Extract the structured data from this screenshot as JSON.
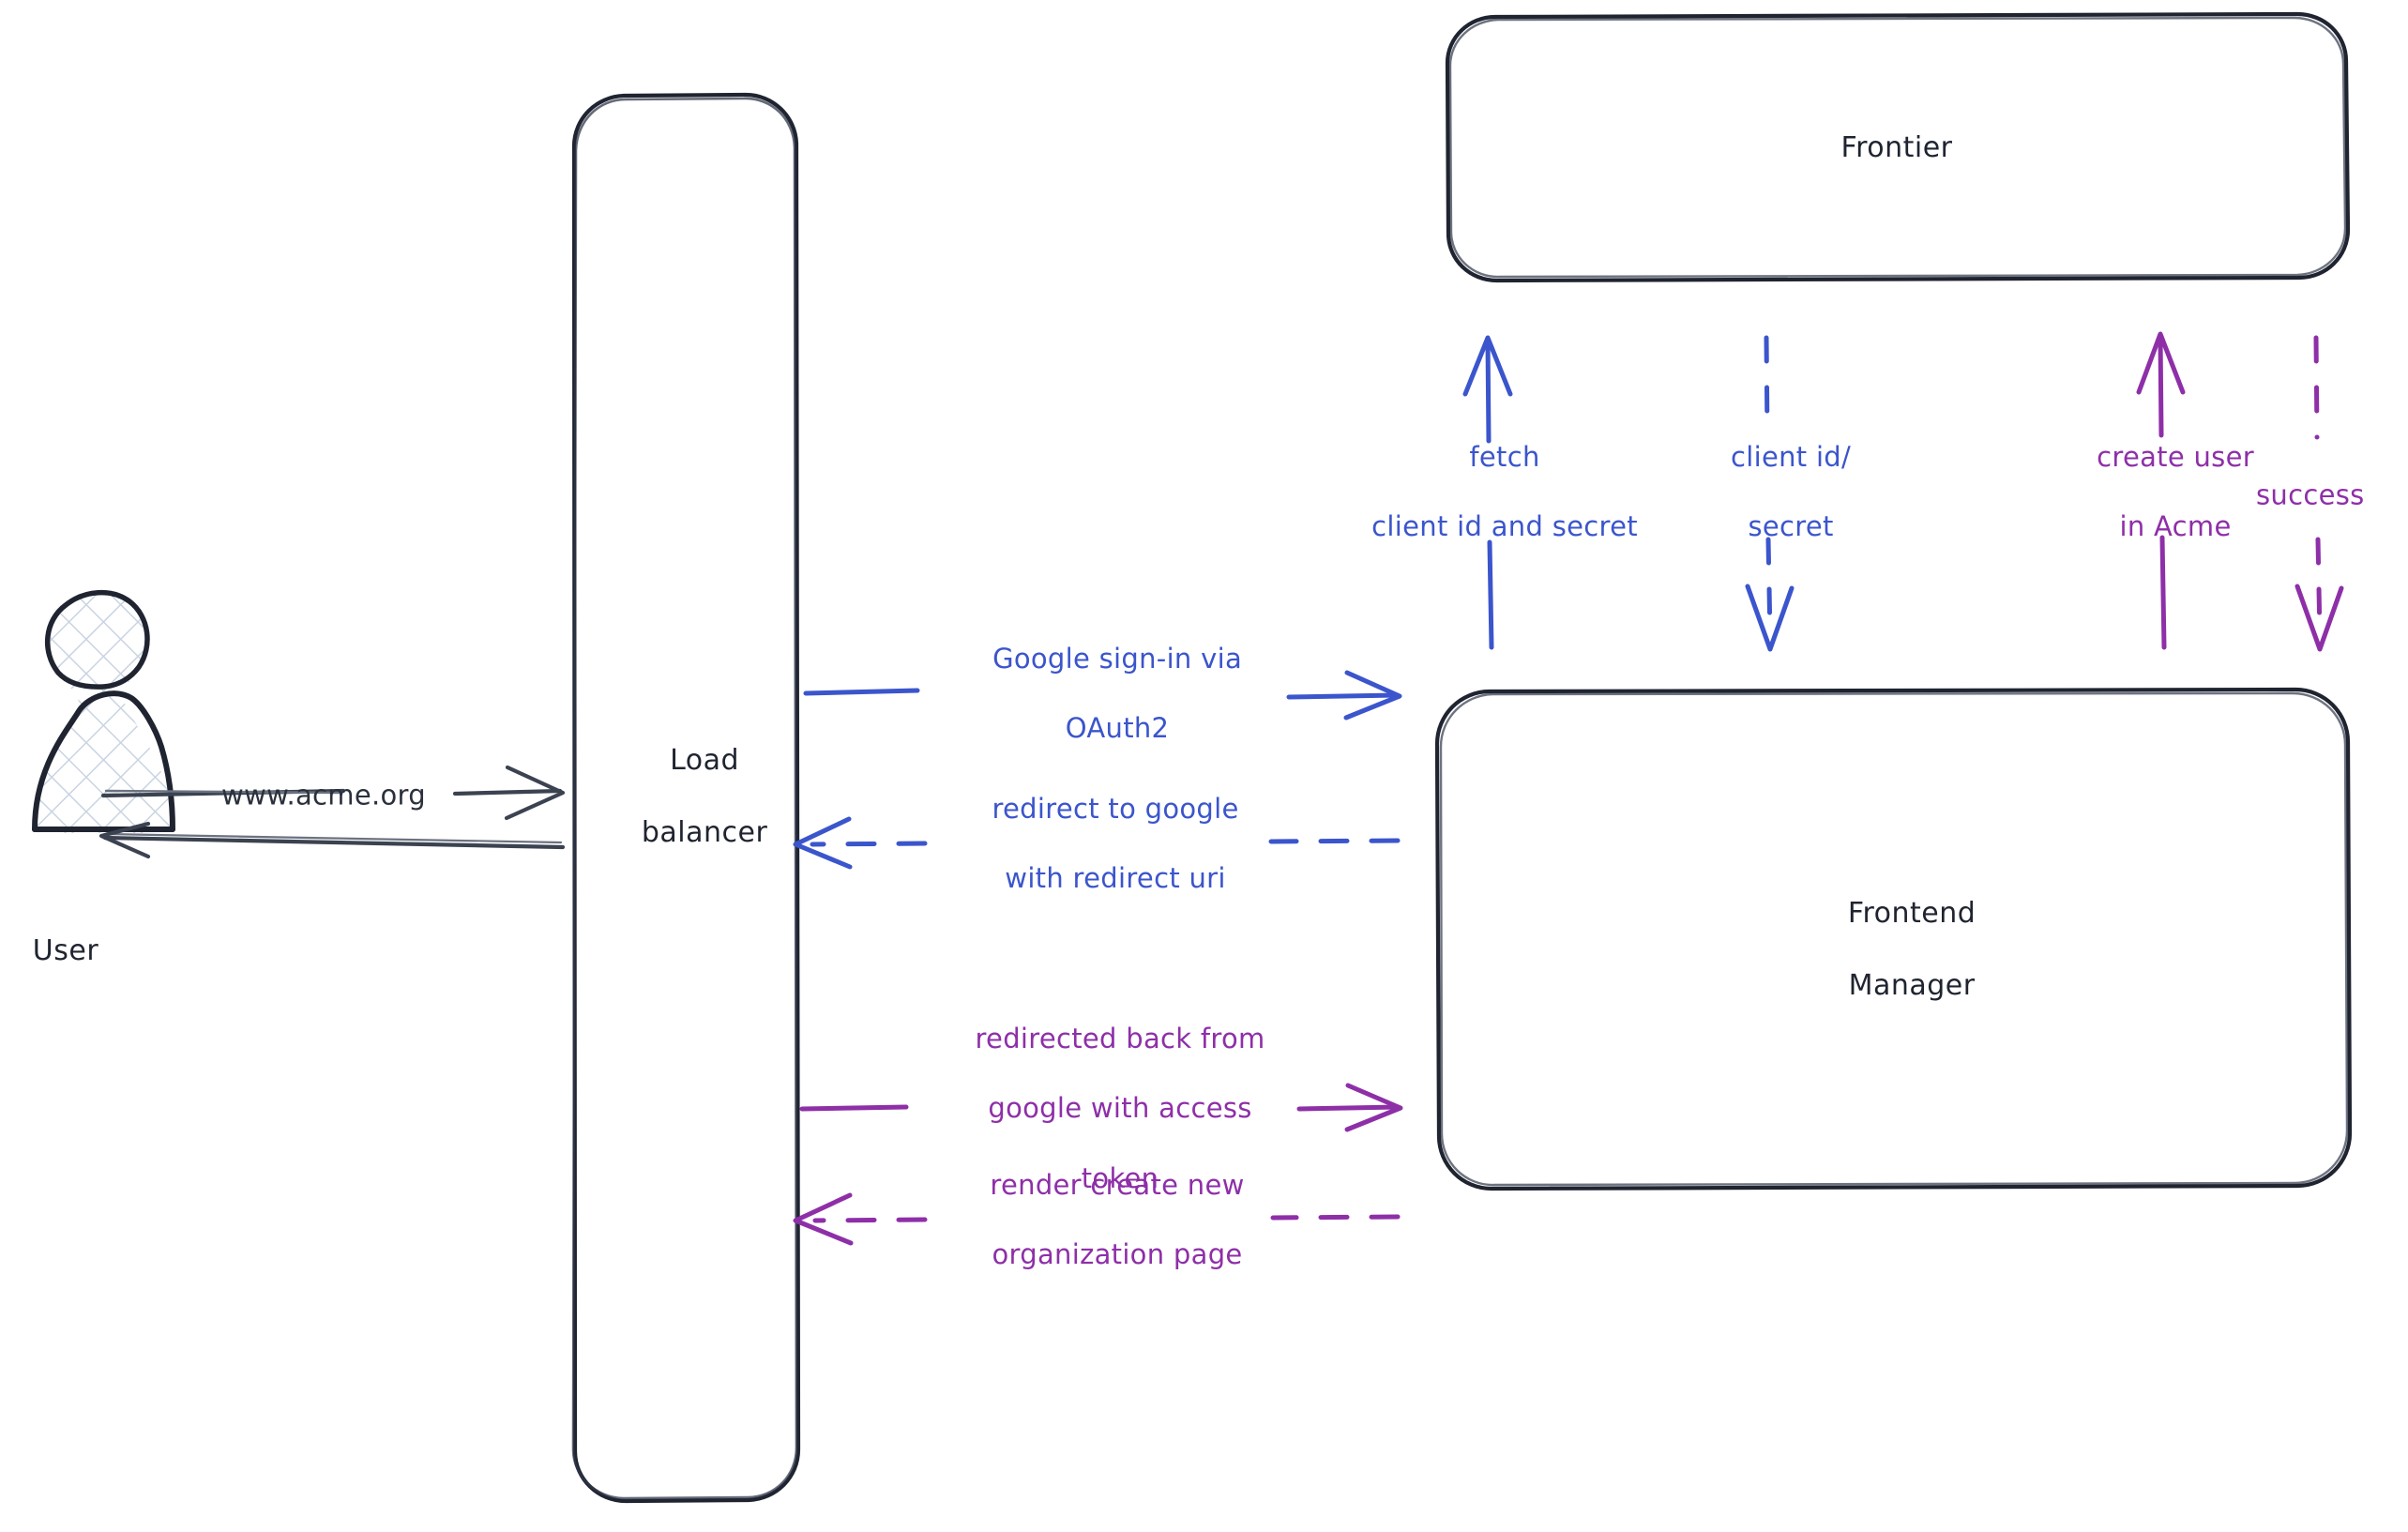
{
  "diagram": {
    "title": "Acme OAuth2 sign-in flow",
    "style": "hand-drawn",
    "background": "#ffffff",
    "colors": {
      "node_stroke": "#1f2430",
      "actor_stroke": "#1f2430",
      "dark_edge": "#2b313c",
      "blue_edge": "#3b55cc",
      "purple_edge": "#8e2fa8"
    }
  },
  "nodes": [
    {
      "id": "user",
      "label": "User",
      "shape": "actor"
    },
    {
      "id": "load-balancer",
      "label": "Load\nbalancer",
      "shape": "rounded-rect"
    },
    {
      "id": "frontier",
      "label": "Frontier",
      "shape": "rounded-rect"
    },
    {
      "id": "frontend-manager",
      "label": "Frontend\nManager",
      "shape": "rounded-rect"
    }
  ],
  "edges": [
    {
      "id": "user-to-lb",
      "label": "www.acme.org",
      "from": "user",
      "to": "load-balancer",
      "color": "#2b313c",
      "line": "solid",
      "direction": "right"
    },
    {
      "id": "lb-to-user",
      "label": "",
      "from": "load-balancer",
      "to": "user",
      "color": "#2b313c",
      "line": "solid",
      "direction": "left"
    },
    {
      "id": "lb-to-fm-signin",
      "label": "Google sign-in via\nOAuth2",
      "from": "load-balancer",
      "to": "frontend-manager",
      "color": "#3b55cc",
      "line": "solid",
      "direction": "right"
    },
    {
      "id": "fm-to-lb-redirect",
      "label": "redirect to google\nwith redirect uri",
      "from": "frontend-manager",
      "to": "load-balancer",
      "color": "#3b55cc",
      "line": "dashed",
      "direction": "left"
    },
    {
      "id": "lb-to-fm-token",
      "label": "redirected back from\ngoogle with access\ntoken",
      "from": "load-balancer",
      "to": "frontend-manager",
      "color": "#8e2fa8",
      "line": "solid",
      "direction": "right"
    },
    {
      "id": "fm-to-lb-render",
      "label": "render create new\norganization page",
      "from": "frontend-manager",
      "to": "load-balancer",
      "color": "#8e2fa8",
      "line": "dashed",
      "direction": "left"
    },
    {
      "id": "fm-to-frontier-fetch",
      "label": "fetch\nclient id and secret",
      "from": "frontend-manager",
      "to": "frontier",
      "color": "#3b55cc",
      "line": "solid",
      "direction": "up"
    },
    {
      "id": "frontier-to-fm-creds",
      "label": "client id/\nsecret",
      "from": "frontier",
      "to": "frontend-manager",
      "color": "#3b55cc",
      "line": "dashed",
      "direction": "down"
    },
    {
      "id": "fm-to-frontier-create",
      "label": "create user\nin Acme",
      "from": "frontend-manager",
      "to": "frontier",
      "color": "#8e2fa8",
      "line": "solid",
      "direction": "up"
    },
    {
      "id": "frontier-to-fm-success",
      "label": "success",
      "from": "frontier",
      "to": "frontend-manager",
      "color": "#8e2fa8",
      "line": "dashed",
      "direction": "down"
    }
  ],
  "labels": {
    "user": "User",
    "load_balancer_line1": "Load",
    "load_balancer_line2": "balancer",
    "frontier": "Frontier",
    "frontend_manager_line1": "Frontend",
    "frontend_manager_line2": "Manager",
    "www_acme_org": "www.acme.org",
    "google_signin_line1": "Google sign-in via",
    "google_signin_line2": "OAuth2",
    "redirect_google_line1": "redirect to google",
    "redirect_google_line2": "with redirect uri",
    "redirected_back_line1": "redirected back from",
    "redirected_back_line2": "google with access",
    "redirected_back_line3": "token",
    "render_create_line1": "render create new",
    "render_create_line2": "organization page",
    "fetch_line1": "fetch",
    "fetch_line2": "client id and secret",
    "client_id_line1": "client id/",
    "client_id_line2": "secret",
    "create_user_line1": "create user",
    "create_user_line2": "in Acme",
    "success": "success"
  }
}
